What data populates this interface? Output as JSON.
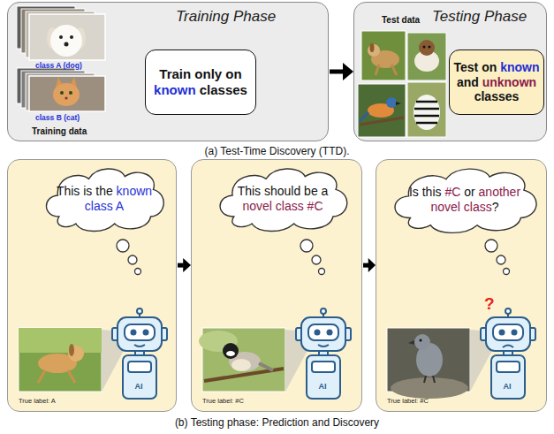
{
  "diagram": {
    "caption": "(b) Testing phase: Prediction and Discovery",
    "nodes": [
      {
        "text": [
          "Training Phase"
        ]
      },
      {
        "text": [
          "Train only on",
          "known",
          "classes"
        ],
        "in": 0
      },
      {
        "text": [
          "Testing Phase"
        ]
      },
      {
        "text": [
          "Test on",
          "known",
          "and",
          "unknown",
          "classes"
        ],
        "in": 2
      },
      {
        "text": [
          "True label: A"
        ]
      },
      {
        "text": [
          "This is the",
          "known class A"
        ],
        "in": 4
      },
      {
        "text": [
          "True label: #C"
        ]
      },
      {
        "text": [
          "This should be a",
          "novel class #C"
        ],
        "in": 6
      },
      {
        "text": [
          "True label: #C"
        ]
      },
      {
        "text": [
          "Is this",
          "#C",
          "or",
          "another novel class",
          "?"
        ],
        "in": 8
      }
    ],
    "edges": [
      {
        "from": 0,
        "to": 2,
        "arrow": "to"
      },
      {
        "from": 4,
        "to": 6,
        "arrow": "to"
      },
      {
        "from": 6,
        "to": 8,
        "arrow": "to"
      }
    ],
    "labels": [
      "class A (dog)",
      "class B (cat)",
      "Training data",
      "Test data",
      "(a) Test-Time Discovery (TTD).",
      "AI",
      "AI",
      "AI",
      "?"
    ]
  }
}
